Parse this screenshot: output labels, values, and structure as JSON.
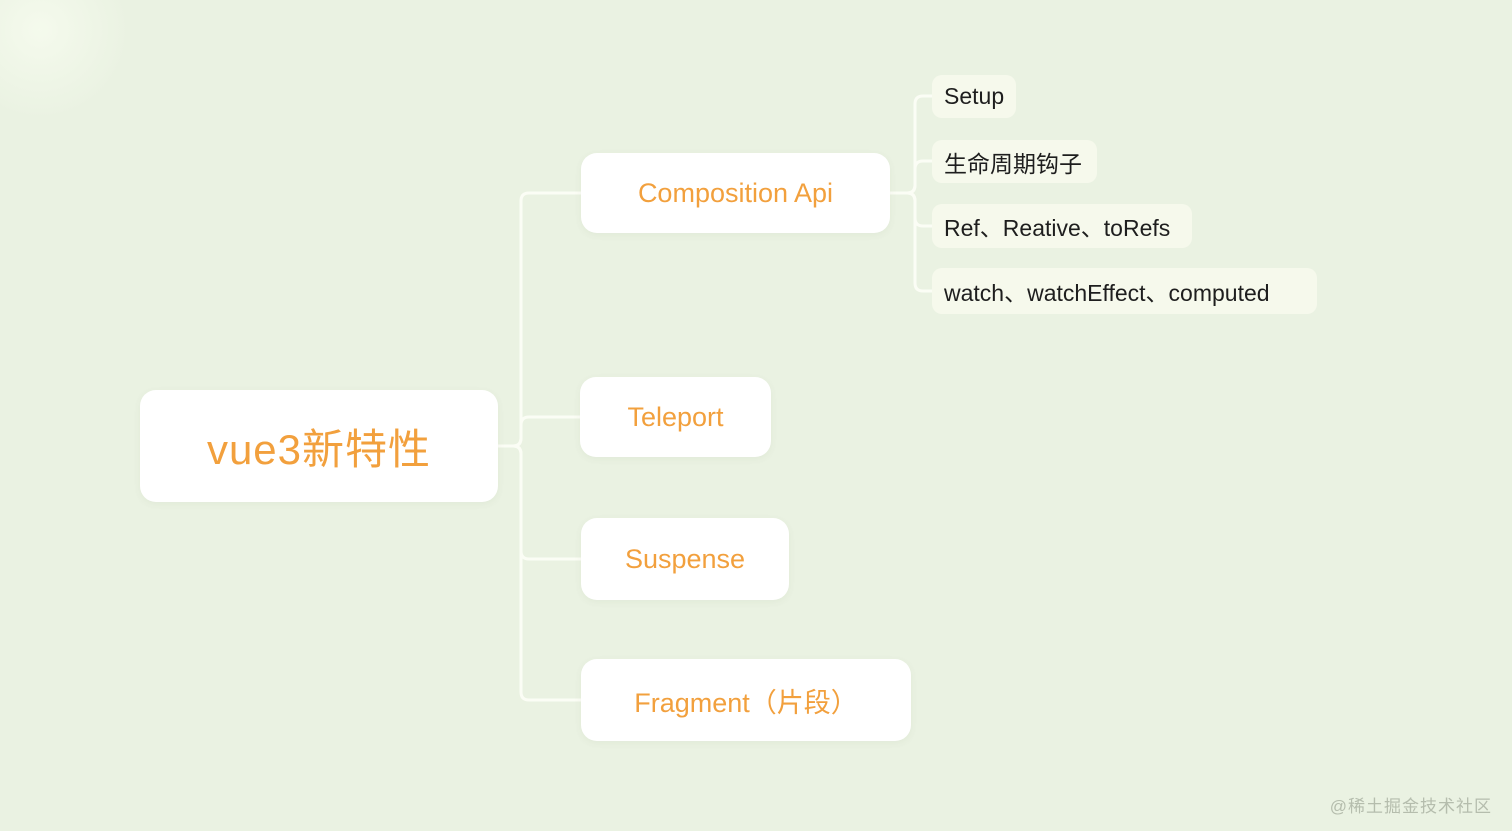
{
  "mindmap": {
    "root": {
      "label": "vue3新特性"
    },
    "branches": [
      {
        "label": "Composition Api",
        "children": [
          {
            "label": "Setup"
          },
          {
            "label": "生命周期钩子"
          },
          {
            "label": "Ref、Reative、toRefs"
          },
          {
            "label": "watch、watchEffect、computed"
          }
        ]
      },
      {
        "label": "Teleport",
        "children": []
      },
      {
        "label": "Suspense",
        "children": []
      },
      {
        "label": "Fragment（片段）",
        "children": []
      }
    ]
  },
  "watermark": {
    "label": "@稀土掘金技术社区"
  },
  "colors": {
    "background": "#eaf2e2",
    "primary_node_bg": "#ffffff",
    "primary_node_text": "#F2A03D",
    "leaf_node_bg": "#f6f9ec",
    "leaf_node_text": "#1e1e1e",
    "connector": "#fbfdf5",
    "watermark_text": "#98a091"
  }
}
